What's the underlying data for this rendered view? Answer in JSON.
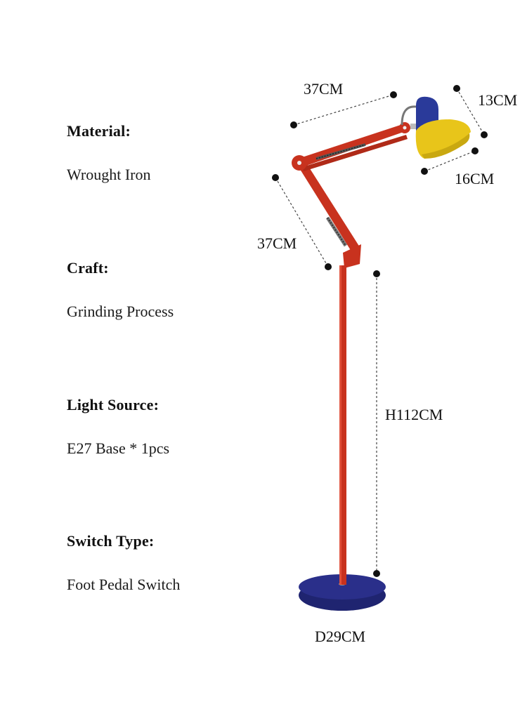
{
  "specs": [
    {
      "label": "Material:",
      "value": "Wrought Iron"
    },
    {
      "label": "Craft:",
      "value": "Grinding Process"
    },
    {
      "label": "Light Source:",
      "value": "E27 Base * 1pcs"
    },
    {
      "label": "Switch Type:",
      "value": "Foot Pedal Switch"
    }
  ],
  "dimensions": {
    "upper_arm": "37CM",
    "shade_height": "13CM",
    "shade_diameter": "16CM",
    "lower_arm": "37CM",
    "height": "H112CM",
    "base_diameter": "D29CM"
  },
  "colors": {
    "pole": "#c8321e",
    "base": "#2a2f8a",
    "shade_outer": "#e8c51a",
    "shade_cap": "#2a3a9a"
  }
}
